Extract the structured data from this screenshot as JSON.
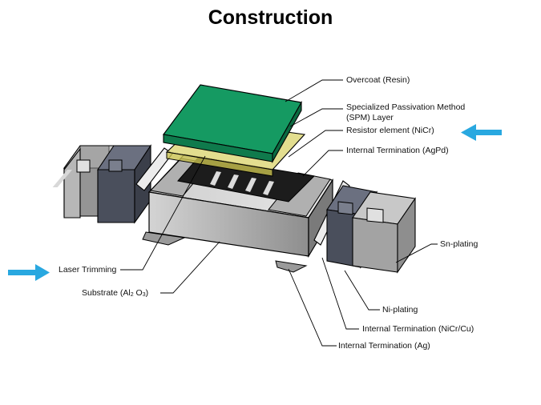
{
  "title": "Construction",
  "labels": {
    "overcoat": "Overcoat (Resin)",
    "spm_line1": "Specialized Passivation Method",
    "spm_line2": "(SPM) Layer",
    "resistor": "Resistor element (NiCr)",
    "int_term_agpd": "Internal Termination (AgPd)",
    "sn_plating": "Sn-plating",
    "laser_trimming": "Laser Trimming",
    "substrate_prefix": "Substrate (Al",
    "substrate_sub1": "2",
    "substrate_mid": " O",
    "substrate_sub2": "3",
    "substrate_suffix": ")",
    "ni_plating": "Ni-plating",
    "int_term_nicrcu": "Internal Termination (NiCr/Cu)",
    "int_term_ag": "Internal Termination (Ag)"
  },
  "colors": {
    "overcoat": "#159a62",
    "spm_layer": "#d9d36a",
    "resistor": "#1c1c1c",
    "substrate": "#bdbdbd",
    "ni_plating": "#4a4f5c",
    "sn_plating": "#a0a0a0",
    "arrow": "#29a8e0"
  }
}
